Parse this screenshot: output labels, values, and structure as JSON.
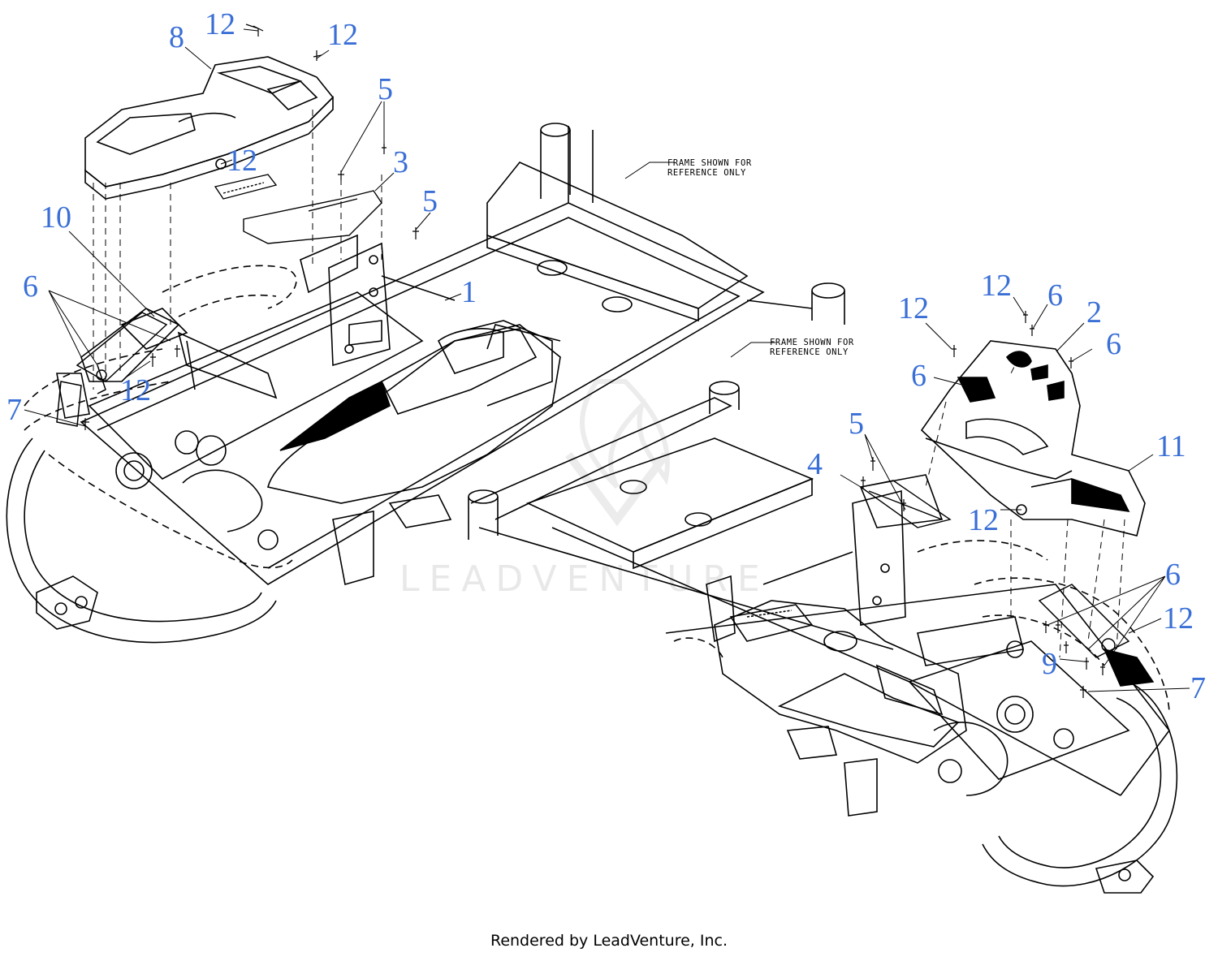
{
  "colors": {
    "line": "#000000",
    "callout": "#3a6fd6",
    "watermark": "#e8e8e8",
    "background": "#ffffff"
  },
  "watermark_text": "LEADVENTURE",
  "notes": [
    "FRAME SHOWN FOR",
    "REFERENCE ONLY",
    "FRAME SHOWN FOR",
    "REFERENCE ONLY"
  ],
  "callouts": [
    "12",
    "8",
    "12",
    "5",
    "3",
    "12",
    "5",
    "10",
    "1",
    "6",
    "12",
    "7",
    "12",
    "6",
    "2",
    "12",
    "6",
    "6",
    "5",
    "11",
    "4",
    "12",
    "6",
    "12",
    "9",
    "7"
  ],
  "footer": "Rendered by LeadVenture, Inc."
}
